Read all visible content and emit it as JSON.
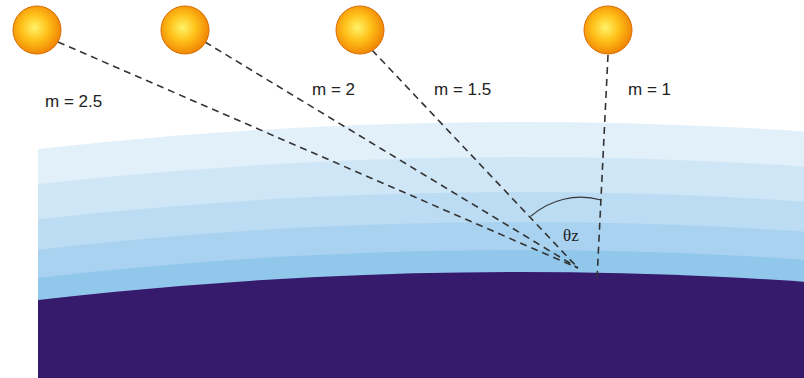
{
  "diagram": {
    "labels": [
      "m = 2.5",
      "m = 2",
      "m = 1.5",
      "m = 1",
      "θz"
    ]
  }
}
